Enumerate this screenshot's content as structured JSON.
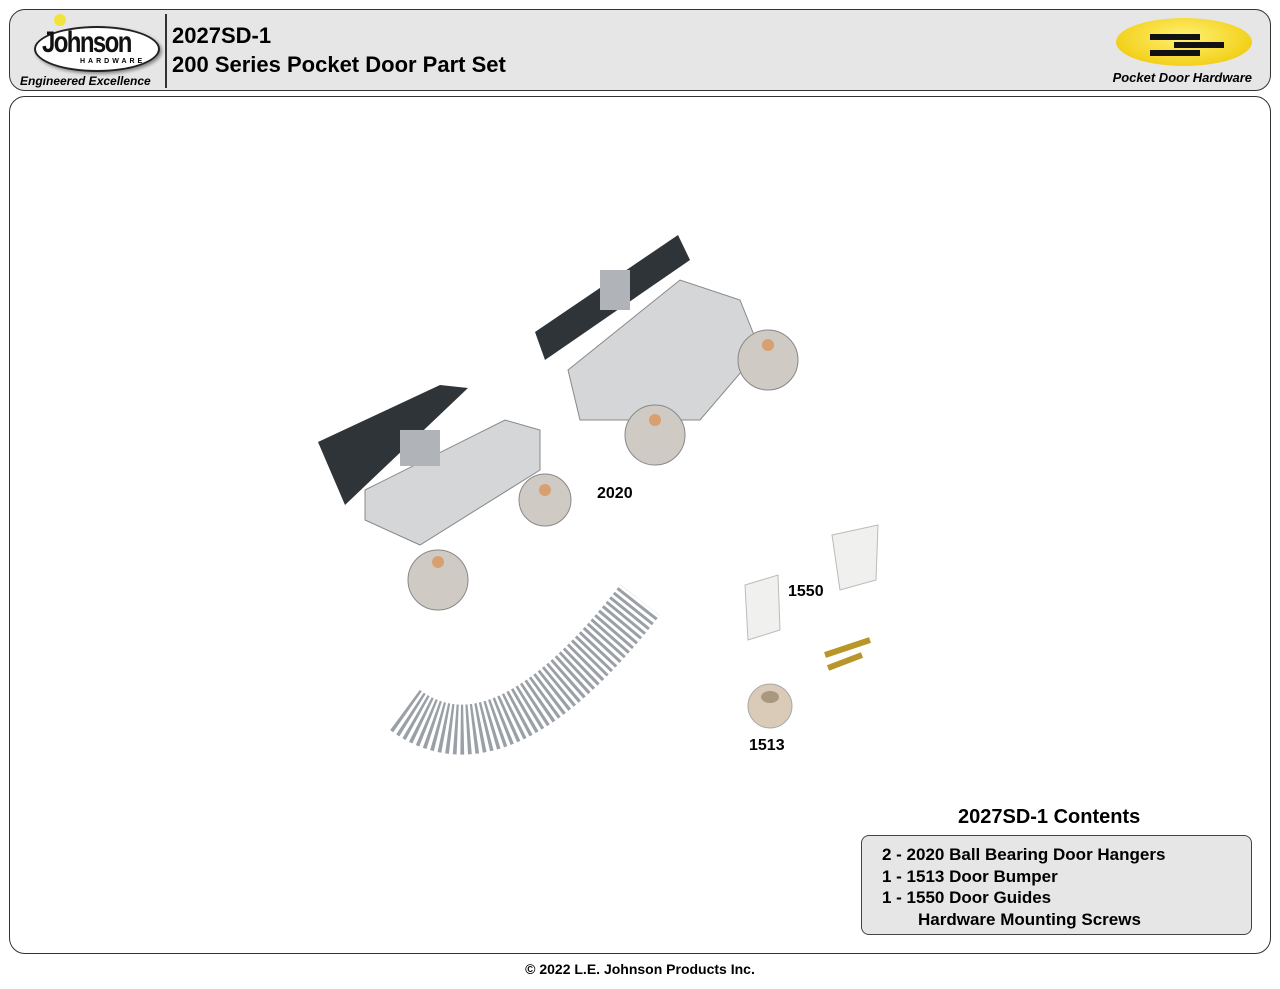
{
  "header": {
    "logo_text": "Johnson",
    "logo_subtext": "HARDWARE",
    "tagline": "Engineered Excellence",
    "model": "2027SD-1",
    "title": "200 Series Pocket Door Part Set",
    "brand_label": "Pocket Door Hardware",
    "brand_color": "#f3d11b"
  },
  "parts": {
    "hanger": "2020",
    "guides": "1550",
    "bumper": "1513"
  },
  "contents": {
    "title": "2027SD-1 Contents",
    "items": [
      "2 - 2020 Ball Bearing Door Hangers",
      "1 - 1513 Door Bumper",
      "1 - 1550 Door Guides",
      "Hardware Mounting Screws"
    ]
  },
  "footer": "© 2022 L.E. Johnson Products Inc."
}
